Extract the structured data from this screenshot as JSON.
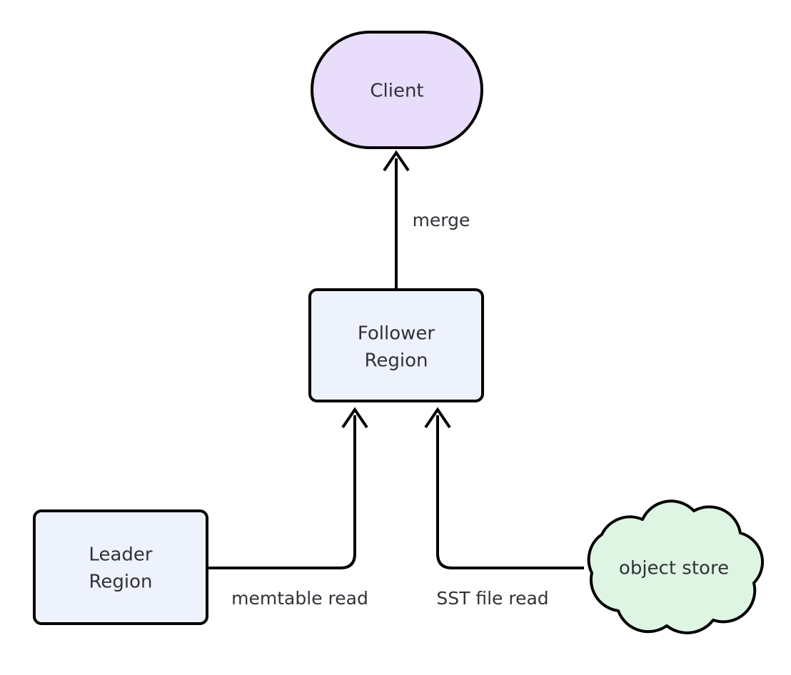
{
  "diagram": {
    "type": "flowchart",
    "direction": "bottom-to-top",
    "background_color": "#ffffff",
    "stroke_color": "#000000",
    "text_color": "#2f3338",
    "nodes": [
      {
        "id": "client",
        "label": "Client",
        "shape": "stadium",
        "fill_color": "#e8ddfb",
        "icon": "client-node-icon"
      },
      {
        "id": "follower",
        "label_line1": "Follower",
        "label_line2": "Region",
        "label": "Follower Region",
        "shape": "rounded-rectangle",
        "fill_color": "#eef2fc",
        "icon": "follower-region-node-icon"
      },
      {
        "id": "leader",
        "label_line1": "Leader",
        "label_line2": "Region",
        "label": "Leader Region",
        "shape": "rounded-rectangle",
        "fill_color": "#eef2fc",
        "icon": "leader-region-node-icon"
      },
      {
        "id": "object_store",
        "label": "object store",
        "shape": "cloud",
        "fill_color": "#dff5e3",
        "icon": "cloud-icon"
      }
    ],
    "edges": [
      {
        "id": "edge-merge",
        "from": "follower",
        "to": "client",
        "label": "merge",
        "arrow": "up"
      },
      {
        "id": "edge-memtable-read",
        "from": "leader",
        "to": "follower",
        "label": "memtable read",
        "arrow": "up"
      },
      {
        "id": "edge-sst-file-read",
        "from": "object_store",
        "to": "follower",
        "label": "SST file read",
        "arrow": "up"
      }
    ]
  }
}
